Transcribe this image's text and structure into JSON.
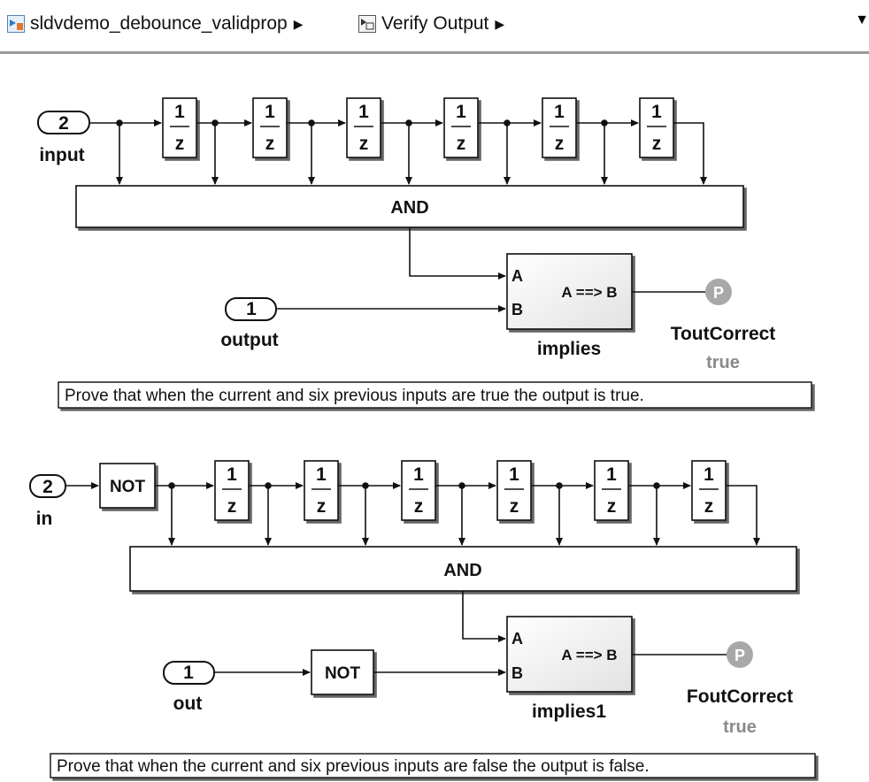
{
  "breadcrumb": {
    "model": "sldvdemo_debounce_validprop",
    "subsystem": "Verify Output",
    "model_icon": "model-icon",
    "subsystem_icon": "subsystem-icon",
    "separator_icon": "triangle-right-icon",
    "menu_icon": "triangle-down-icon"
  },
  "block_labels": {
    "delay_num": "1",
    "delay_den": "z",
    "and": "AND",
    "not": "NOT",
    "port_a": "A",
    "port_b": "B",
    "implies_expr": "A ==> B",
    "proof_glyph": "P"
  },
  "top": {
    "in_port_num": "2",
    "in_port_name": "input",
    "out_port_num": "1",
    "out_port_name": "output",
    "implies_name": "implies",
    "objective_name": "ToutCorrect",
    "objective_value": "true",
    "annotation": "Prove that when the current and six previous inputs are true the output is true."
  },
  "bottom": {
    "in_port_num": "2",
    "in_port_name": "in",
    "out_port_num": "1",
    "out_port_name": "out",
    "implies_name": "implies1",
    "objective_name": "FoutCorrect",
    "objective_value": "true",
    "annotation": "Prove that when the current and six previous inputs are false the output is false."
  },
  "colors": {
    "line": "#111111",
    "block_fill": "#ffffff",
    "implies_fill": "#ececec",
    "proof_badge": "#a8a8a8",
    "objective_value": "#8a8a8a"
  }
}
